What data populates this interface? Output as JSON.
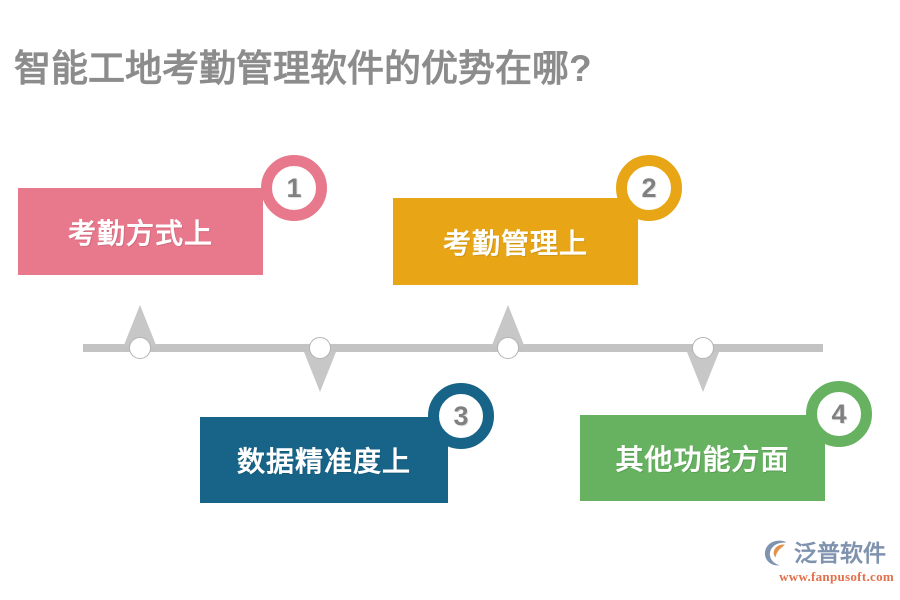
{
  "page": {
    "title": "智能工地考勤管理软件的优势在哪?",
    "background_color": "#ffffff",
    "title_color": "#8c8c8c"
  },
  "timeline": {
    "line_color": "#c3c3c3",
    "node_fill": "#ffffff",
    "node_border": "#b4b4b4",
    "arrow_color": "#c7c7c7",
    "nodes": [
      {
        "number": "1",
        "direction": "up"
      },
      {
        "number": "2",
        "direction": "down"
      },
      {
        "number": "3",
        "direction": "up"
      },
      {
        "number": "4",
        "direction": "down"
      }
    ]
  },
  "steps": [
    {
      "number": "1",
      "label": "考勤方式上",
      "color": "#e8788c",
      "position": "above",
      "badge_number_color": "#808080"
    },
    {
      "number": "2",
      "label": "考勤管理上",
      "color": "#e8a617",
      "position": "above",
      "badge_number_color": "#808080"
    },
    {
      "number": "3",
      "label": "数据精准度上",
      "color": "#176488",
      "position": "below",
      "badge_number_color": "#808080"
    },
    {
      "number": "4",
      "label": "其他功能方面",
      "color": "#67b261",
      "position": "below",
      "badge_number_color": "#808080"
    }
  ],
  "logo": {
    "name": "泛普软件",
    "url": "www.fanpusoft.com",
    "name_color": "#7f93ae",
    "url_color": "#e2704a",
    "mark_color": "#7f93ae",
    "mark_accent_color": "#e2904a"
  }
}
